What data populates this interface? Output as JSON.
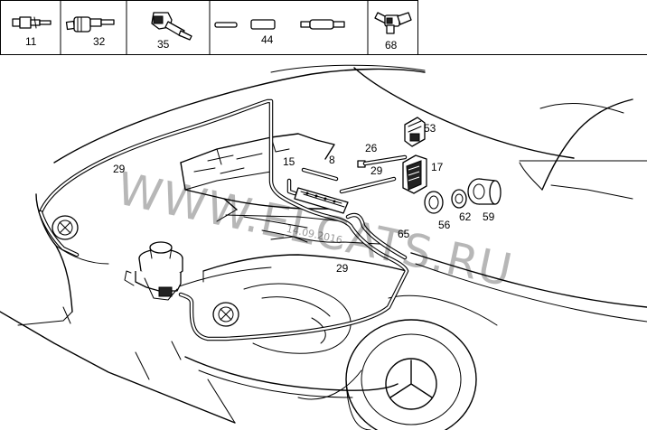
{
  "thumbnails": [
    {
      "number": "11"
    },
    {
      "number": "32"
    },
    {
      "number": "35"
    },
    {
      "number": "44"
    },
    {
      "number": "68"
    }
  ],
  "callouts": {
    "c29a": "29",
    "c29b": "29",
    "c29c": "29",
    "c8": "8",
    "c15": "15",
    "c26": "26",
    "c53": "53",
    "c17": "17",
    "c56": "56",
    "c62": "62",
    "c59": "59",
    "c65": "65"
  },
  "watermark": {
    "text": "WWW.ELCATS.RU",
    "date": "14.09.2016"
  }
}
